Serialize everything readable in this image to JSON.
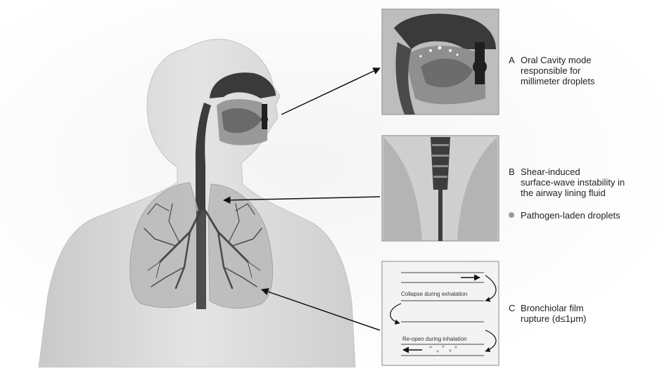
{
  "labels": {
    "a": {
      "letter": "A",
      "lines": [
        "Oral Cavity mode",
        "responsible for",
        "millimeter droplets"
      ]
    },
    "b": {
      "letter": "B",
      "lines": [
        "Shear-induced",
        "surface-wave instability in",
        "the airway lining fluid"
      ]
    },
    "legend": {
      "text": "Pathogen-laden droplets"
    },
    "c": {
      "letter": "C",
      "lines": [
        "Bronchiolar film",
        "rupture (d≤1μm)"
      ]
    }
  },
  "panel_c": {
    "collapse_text": "Collapse during exhalation",
    "reopen_text": "Re-open during inhalation"
  },
  "colors": {
    "body": "#dcdcdc",
    "airway": "#3c3c3c",
    "lung": "#b9b9b9",
    "panel_border": "#8a8a8a"
  }
}
